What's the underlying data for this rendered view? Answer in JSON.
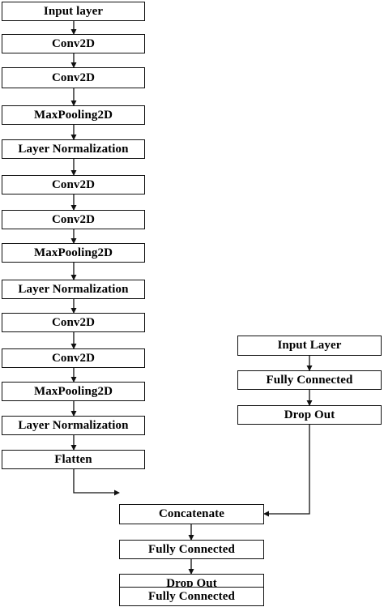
{
  "colors": {
    "stroke": "#111111",
    "background": "#ffffff",
    "text": "#000000"
  },
  "branch_cnn": {
    "input_layer": "Input layer",
    "conv_1": "Conv2D",
    "conv_2": "Conv2D",
    "maxpool_1": "MaxPooling2D",
    "layernorm_1": "Layer Normalization",
    "conv_3": "Conv2D",
    "conv_4": "Conv2D",
    "maxpool_2": "MaxPooling2D",
    "layernorm_2": "Layer Normalization",
    "conv_5": "Conv2D",
    "conv_6": "Conv2D",
    "maxpool_3": "MaxPooling2D",
    "layernorm_3": "Layer Normalization",
    "flatten": "Flatten"
  },
  "branch_dense": {
    "input_layer": "Input Layer",
    "fully_connected": "Fully Connected",
    "drop_out": "Drop Out"
  },
  "head": {
    "concatenate": "Concatenate",
    "fully_connected_1": "Fully Connected",
    "drop_out": "Drop Out",
    "fully_connected_2": "Fully Connected"
  }
}
